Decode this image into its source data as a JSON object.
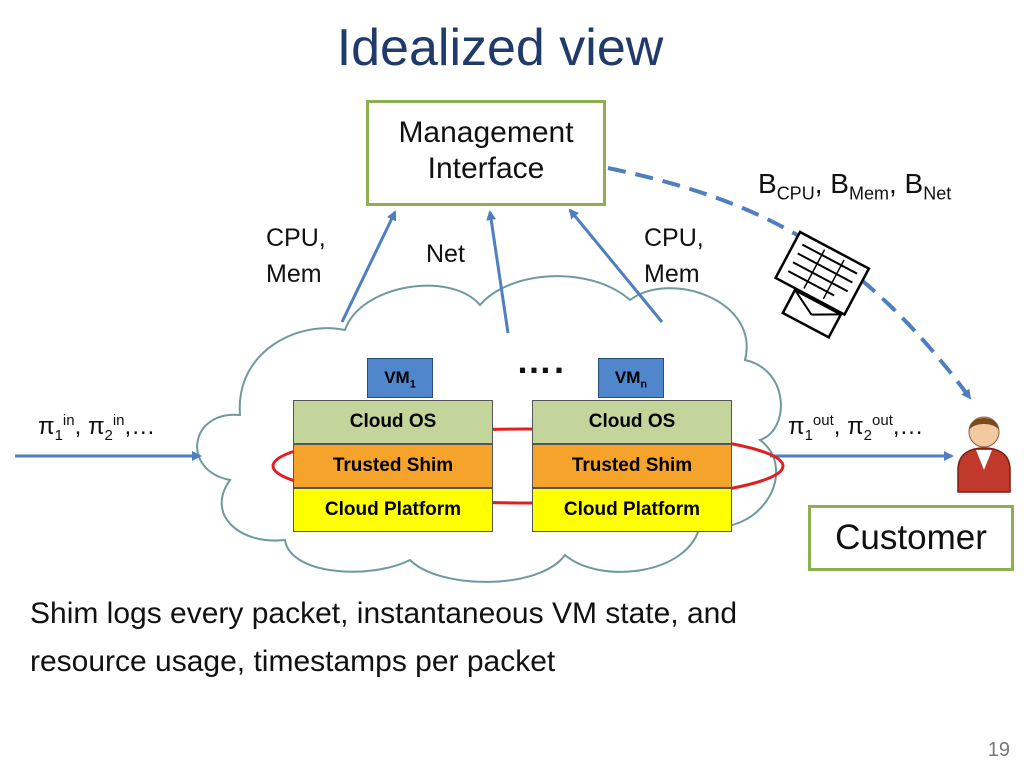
{
  "title": "Idealized view",
  "management": {
    "line1": "Management",
    "line2": "Interface"
  },
  "arrow_labels": {
    "left_line1": "CPU,",
    "left_line2": "Mem",
    "middle": "Net",
    "right_line1": "CPU,",
    "right_line2": "Mem"
  },
  "budget": {
    "b1": "B",
    "s1": "CPU",
    "sep1": ", ",
    "b2": "B",
    "s2": "Mem",
    "sep2": ", ",
    "b3": "B",
    "s3": "Net"
  },
  "input_label": {
    "p1": "π",
    "s1": "1",
    "u1": "in",
    "sep": ", ",
    "p2": "π",
    "s2": "2",
    "u2": "in",
    "tail": ",…"
  },
  "output_label": {
    "p1": "π",
    "s1": "1",
    "u1": "out",
    "sep": ", ",
    "p2": "π",
    "s2": "2",
    "u2": "out",
    "tail": ",…"
  },
  "ellipsis": "….",
  "stacks": [
    {
      "vm": "VM",
      "vm_sub": "1",
      "os": "Cloud OS",
      "shim": "Trusted Shim",
      "platform": "Cloud Platform"
    },
    {
      "vm": "VM",
      "vm_sub": "n",
      "os": "Cloud OS",
      "shim": "Trusted Shim",
      "platform": "Cloud Platform"
    }
  ],
  "customer": "Customer",
  "body": {
    "line1": "Shim logs every packet, instantaneous VM state, and",
    "line2": "resource usage, timestamps per packet"
  },
  "page_number": "19",
  "colors": {
    "title": "#1f3a6b",
    "box_border": "#8fb050",
    "arrow": "#4f7fbf",
    "cloud_stroke": "#6e9a9c",
    "ellipse": "#e02020",
    "vm": "#4f86cc",
    "cloud_os": "#c3d59b",
    "shim": "#f5a32a",
    "platform": "#ffff00"
  }
}
